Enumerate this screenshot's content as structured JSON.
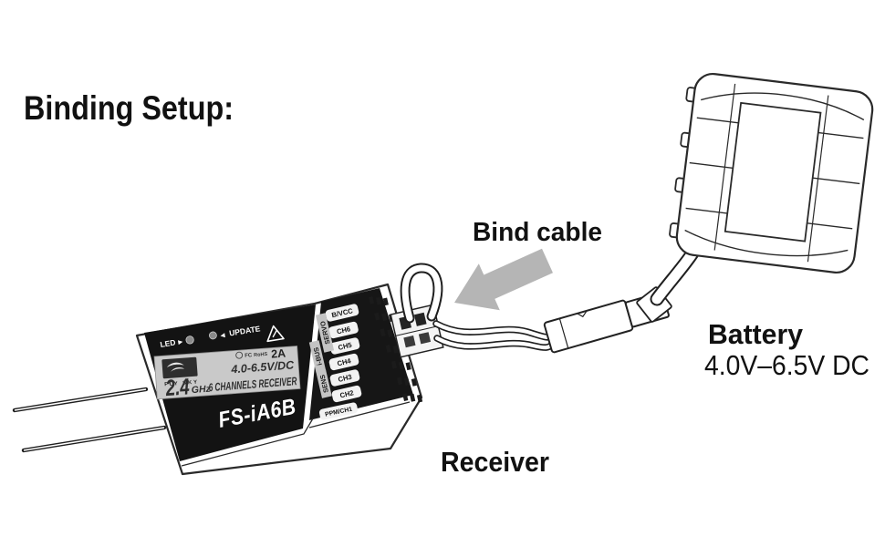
{
  "title": "Binding Setup:",
  "callouts": {
    "bind_cable": "Bind cable",
    "receiver": "Receiver",
    "battery_title": "Battery",
    "battery_voltage": "4.0V–6.5V DC"
  },
  "receiver_device": {
    "model": "FS-iA6B",
    "panel": {
      "led_label": "LED",
      "led_pointer": "▶",
      "update_pointer": "◀",
      "update_label": "UPDATE"
    },
    "sticker": {
      "brand": "FLY SKY",
      "cert_fc": "FC",
      "cert_rohs": "RoHS",
      "current_rating": "2A",
      "voltage_rating": "4.0-6.5V/DC",
      "freq_value": "2.4",
      "freq_unit": "GHz",
      "channels_text": "6 CHANNELS RECEIVER"
    },
    "pin_labels": [
      "B/VCC",
      "CH6",
      "CH5",
      "CH4",
      "CH3",
      "CH2",
      "PPM/CH1"
    ],
    "bus_labels": [
      "SERVO",
      "i-BUS",
      "SENS"
    ]
  },
  "colors": {
    "background": "#ffffff",
    "ink": "#222222",
    "device_black": "#141414",
    "sticker_gray": "#c9c9c9",
    "arrow_gray": "#b5b5b5"
  }
}
